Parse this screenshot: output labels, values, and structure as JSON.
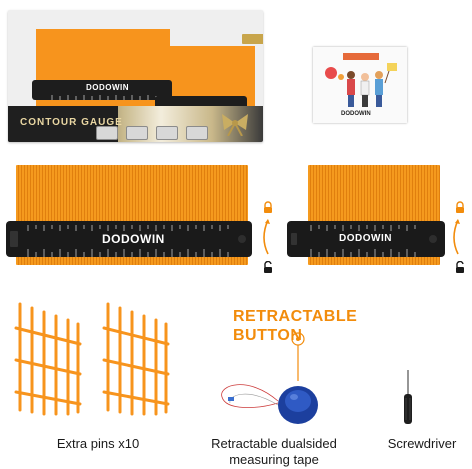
{
  "package": {
    "brand": "DODOWIN",
    "title": "CONTOUR GAUGE"
  },
  "manual": {
    "brand": "DODOWIN"
  },
  "gauges": {
    "large_brand": "DODOWIN",
    "small_brand": "DODOWIN"
  },
  "retractable_button": {
    "line1": "RETRACTABLE",
    "line2": "BUTTON"
  },
  "captions": {
    "pins": "Extra pins x10",
    "tape_line1": "Retractable dualsided",
    "tape_line2": "measuring tape",
    "screwdriver": "Screwdriver"
  },
  "colors": {
    "orange": "#f7941d",
    "ruler_black": "#1a1a1a",
    "label_orange": "#f28c0c",
    "tape_blue": "#1c3f9e"
  },
  "icons": [
    "lock-icon",
    "unlock-icon",
    "curved-arrow-icon",
    "bow-icon"
  ]
}
